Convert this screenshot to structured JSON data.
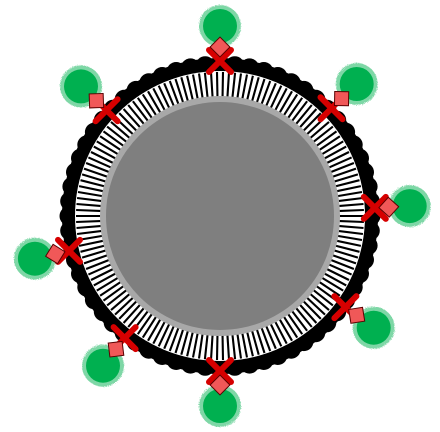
{
  "figure": {
    "kind": "vesicle-with-membrane-ligands",
    "components": {
      "core": {
        "name": "core",
        "color": "#7f7f7f",
        "rim_color": "#a8a8a8"
      },
      "inner_leaflet": {
        "name": "inner-lipid-tails",
        "color": "#000000"
      },
      "outer_leaflet": {
        "name": "lipid-headgroup-shell",
        "color": "#000000"
      },
      "linker": {
        "name": "anchor-cross",
        "color": "#d60000"
      },
      "tag": {
        "name": "tag-square",
        "color": "#f05858",
        "edge": "#5a0000"
      },
      "ligand": {
        "name": "ligand-sphere",
        "color": "#00b050",
        "halo": "#00b050"
      }
    },
    "ligand_count": 8
  }
}
